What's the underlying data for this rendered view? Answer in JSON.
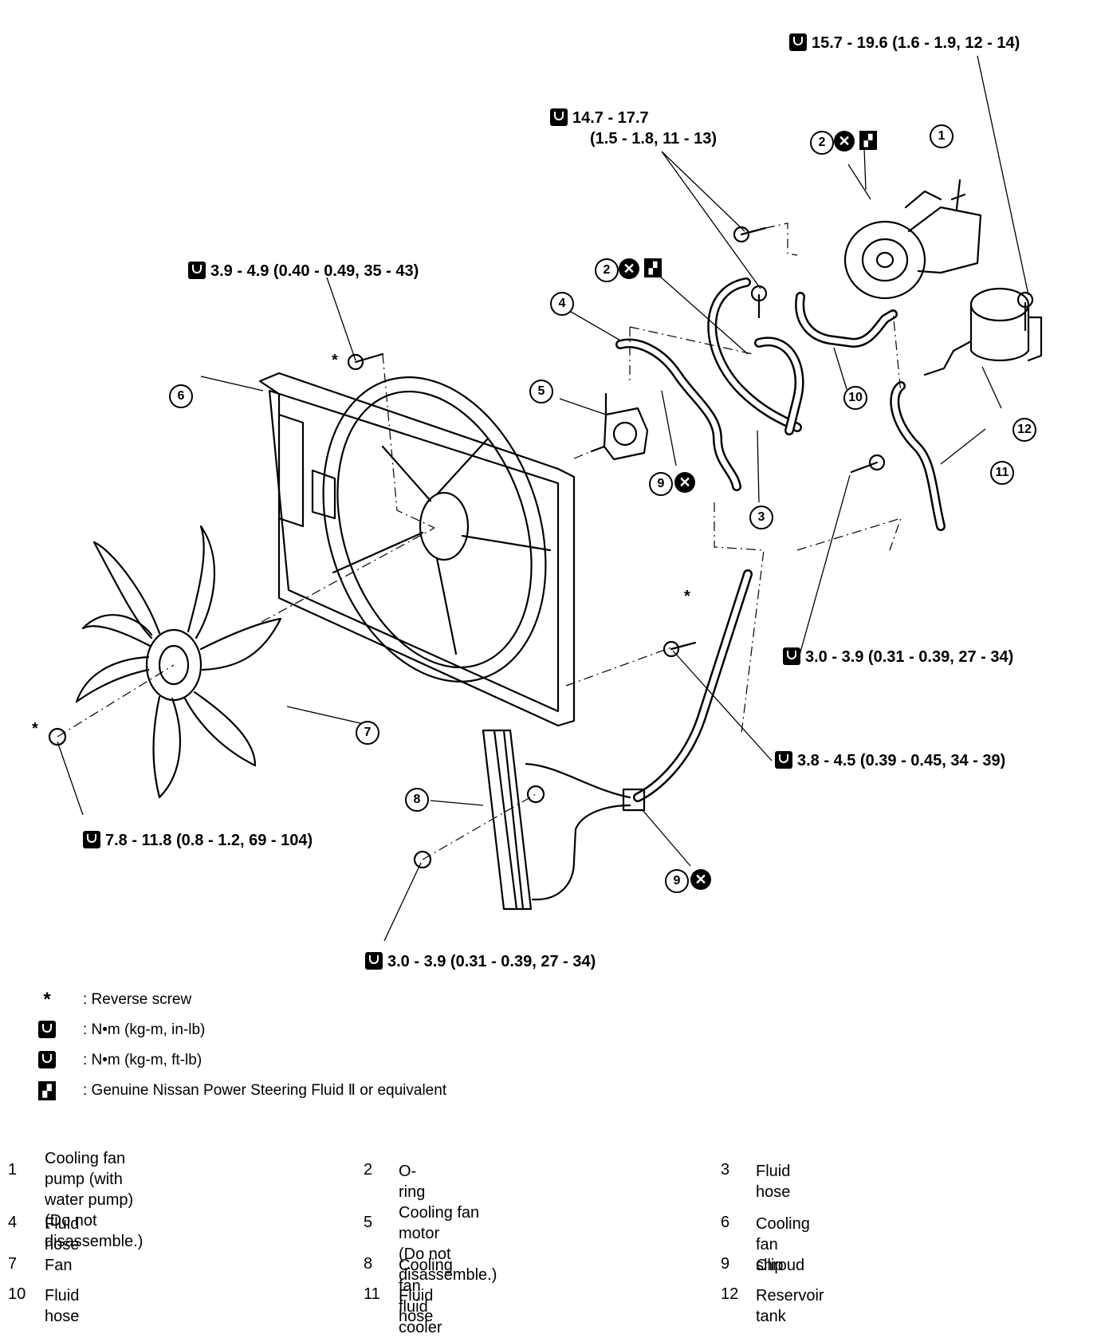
{
  "torque_specs": {
    "t1": "15.7 - 19.6 (1.6 - 1.9, 12 - 14)",
    "t2_line1": "14.7 - 17.7",
    "t2_line2": "(1.5 - 1.8, 11 - 13)",
    "t3": "3.9 - 4.9 (0.40 - 0.49, 35 - 43)",
    "t4": "3.0 - 3.9 (0.31 - 0.39, 27 - 34)",
    "t5": "3.8 - 4.5 (0.39 - 0.45, 34 - 39)",
    "t6": "7.8 - 11.8 (0.8 - 1.2, 69 - 104)",
    "t7": "3.0 - 3.9 (0.31 - 0.39, 27 - 34)"
  },
  "callouts": {
    "c1": "1",
    "c2a": "2",
    "c2b": "2",
    "c3": "3",
    "c4": "4",
    "c5": "5",
    "c6": "6",
    "c7": "7",
    "c8": "8",
    "c9a": "9",
    "c9b": "9",
    "c10": "10",
    "c11": "11",
    "c12": "12"
  },
  "asterisk": "*",
  "legend": {
    "reverse_symbol": "*",
    "reverse_text": ": Reverse screw",
    "nm_in_text": ": N•m (kg-m, in-lb)",
    "nm_ft_text": ": N•m (kg-m, ft-lb)",
    "fluid_text": ": Genuine Nissan Power Steering Fluid Ⅱ or equivalent"
  },
  "parts": [
    {
      "num": "1",
      "name": "Cooling fan pump (with water pump)\n(Do not disassemble.)"
    },
    {
      "num": "2",
      "name": "O-ring"
    },
    {
      "num": "3",
      "name": "Fluid hose"
    },
    {
      "num": "4",
      "name": "Fluid hose"
    },
    {
      "num": "5",
      "name": "Cooling fan motor\n(Do not disassemble.)"
    },
    {
      "num": "6",
      "name": "Cooling fan shroud"
    },
    {
      "num": "7",
      "name": "Fan"
    },
    {
      "num": "8",
      "name": "Cooling fan fluid cooler"
    },
    {
      "num": "9",
      "name": "Clip"
    },
    {
      "num": "10",
      "name": "Fluid hose"
    },
    {
      "num": "11",
      "name": "Fluid hose"
    },
    {
      "num": "12",
      "name": "Reservoir tank"
    }
  ]
}
